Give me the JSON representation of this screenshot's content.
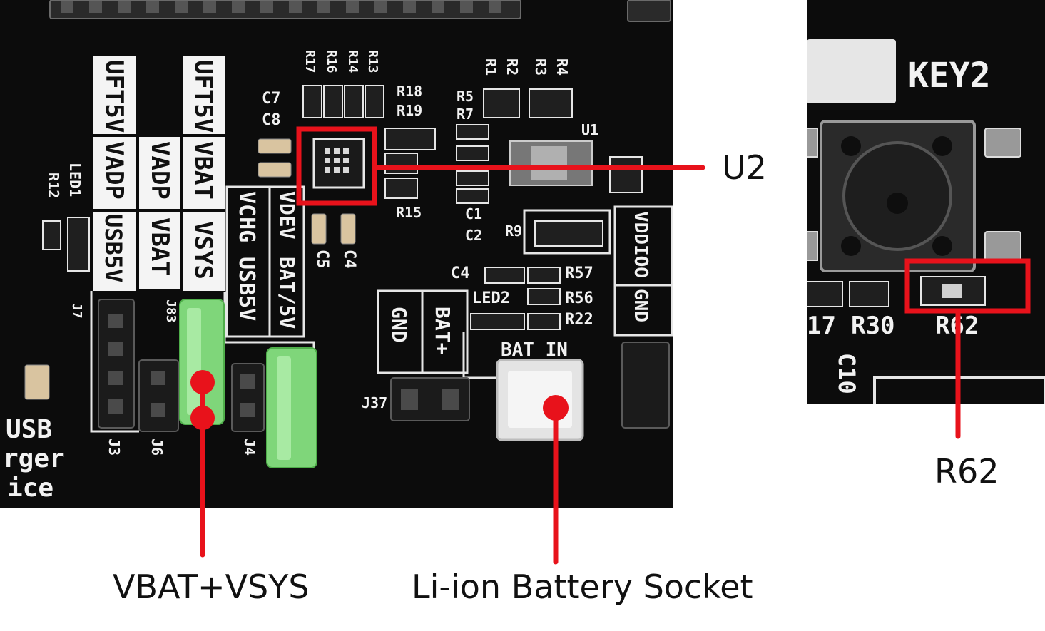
{
  "callouts": {
    "u2": "U2",
    "vbat_vsys": "VBAT+VSYS",
    "battery_socket": "Li-ion Battery Socket",
    "r62": "R62"
  },
  "silkscreen": {
    "ufts5v_1": "UFT5V",
    "vadp_1": "VADP",
    "usb5v_1": "USB5V",
    "vadp_2": "VADP",
    "vbat_2": "VBAT",
    "ufts5v_3": "UFT5V",
    "vbat_3": "VBAT",
    "vsys_3": "VSYS",
    "vchg": "VCHG",
    "usb5v_4": "USB5V",
    "vdev": "VDEV",
    "bat5v": "BAT/5V",
    "gnd_1": "GND",
    "batp": "BAT+",
    "vddioo": "VDDIOO",
    "gnd_2": "GND",
    "bat_in": "BAT IN",
    "r17": "R17",
    "r16": "R16",
    "r14": "R14",
    "r13": "R13",
    "r18": "R18",
    "r19": "R19",
    "r1": "R1",
    "r2": "R2",
    "r3": "R3",
    "r4": "R4",
    "r5": "R5",
    "r7": "R7",
    "c7": "C7",
    "c8": "C8",
    "u1": "U1",
    "r15": "R15",
    "c1": "C1",
    "c2": "C2",
    "r9": "R9",
    "c4a": "C4",
    "r57": "R57",
    "led2": "LED2",
    "r56": "R56",
    "r22": "R22",
    "c5": "C5",
    "c4b": "C4",
    "r12": "R12",
    "led1": "LED1",
    "j7": "J7",
    "j3": "J3",
    "j6": "J6",
    "j4": "J4",
    "j83": "J83",
    "j37": "J37",
    "usb": "USB",
    "rger": "rger",
    "ice": "ice",
    "key2": "KEY2",
    "r17b": "17",
    "r30": "R30",
    "r62": "R62",
    "c10": "C10"
  },
  "colors": {
    "pcb": "#0c0c0c",
    "silk": "#f2f2f2",
    "jumper": "#7fd67a",
    "highlight": "#e8121b"
  }
}
